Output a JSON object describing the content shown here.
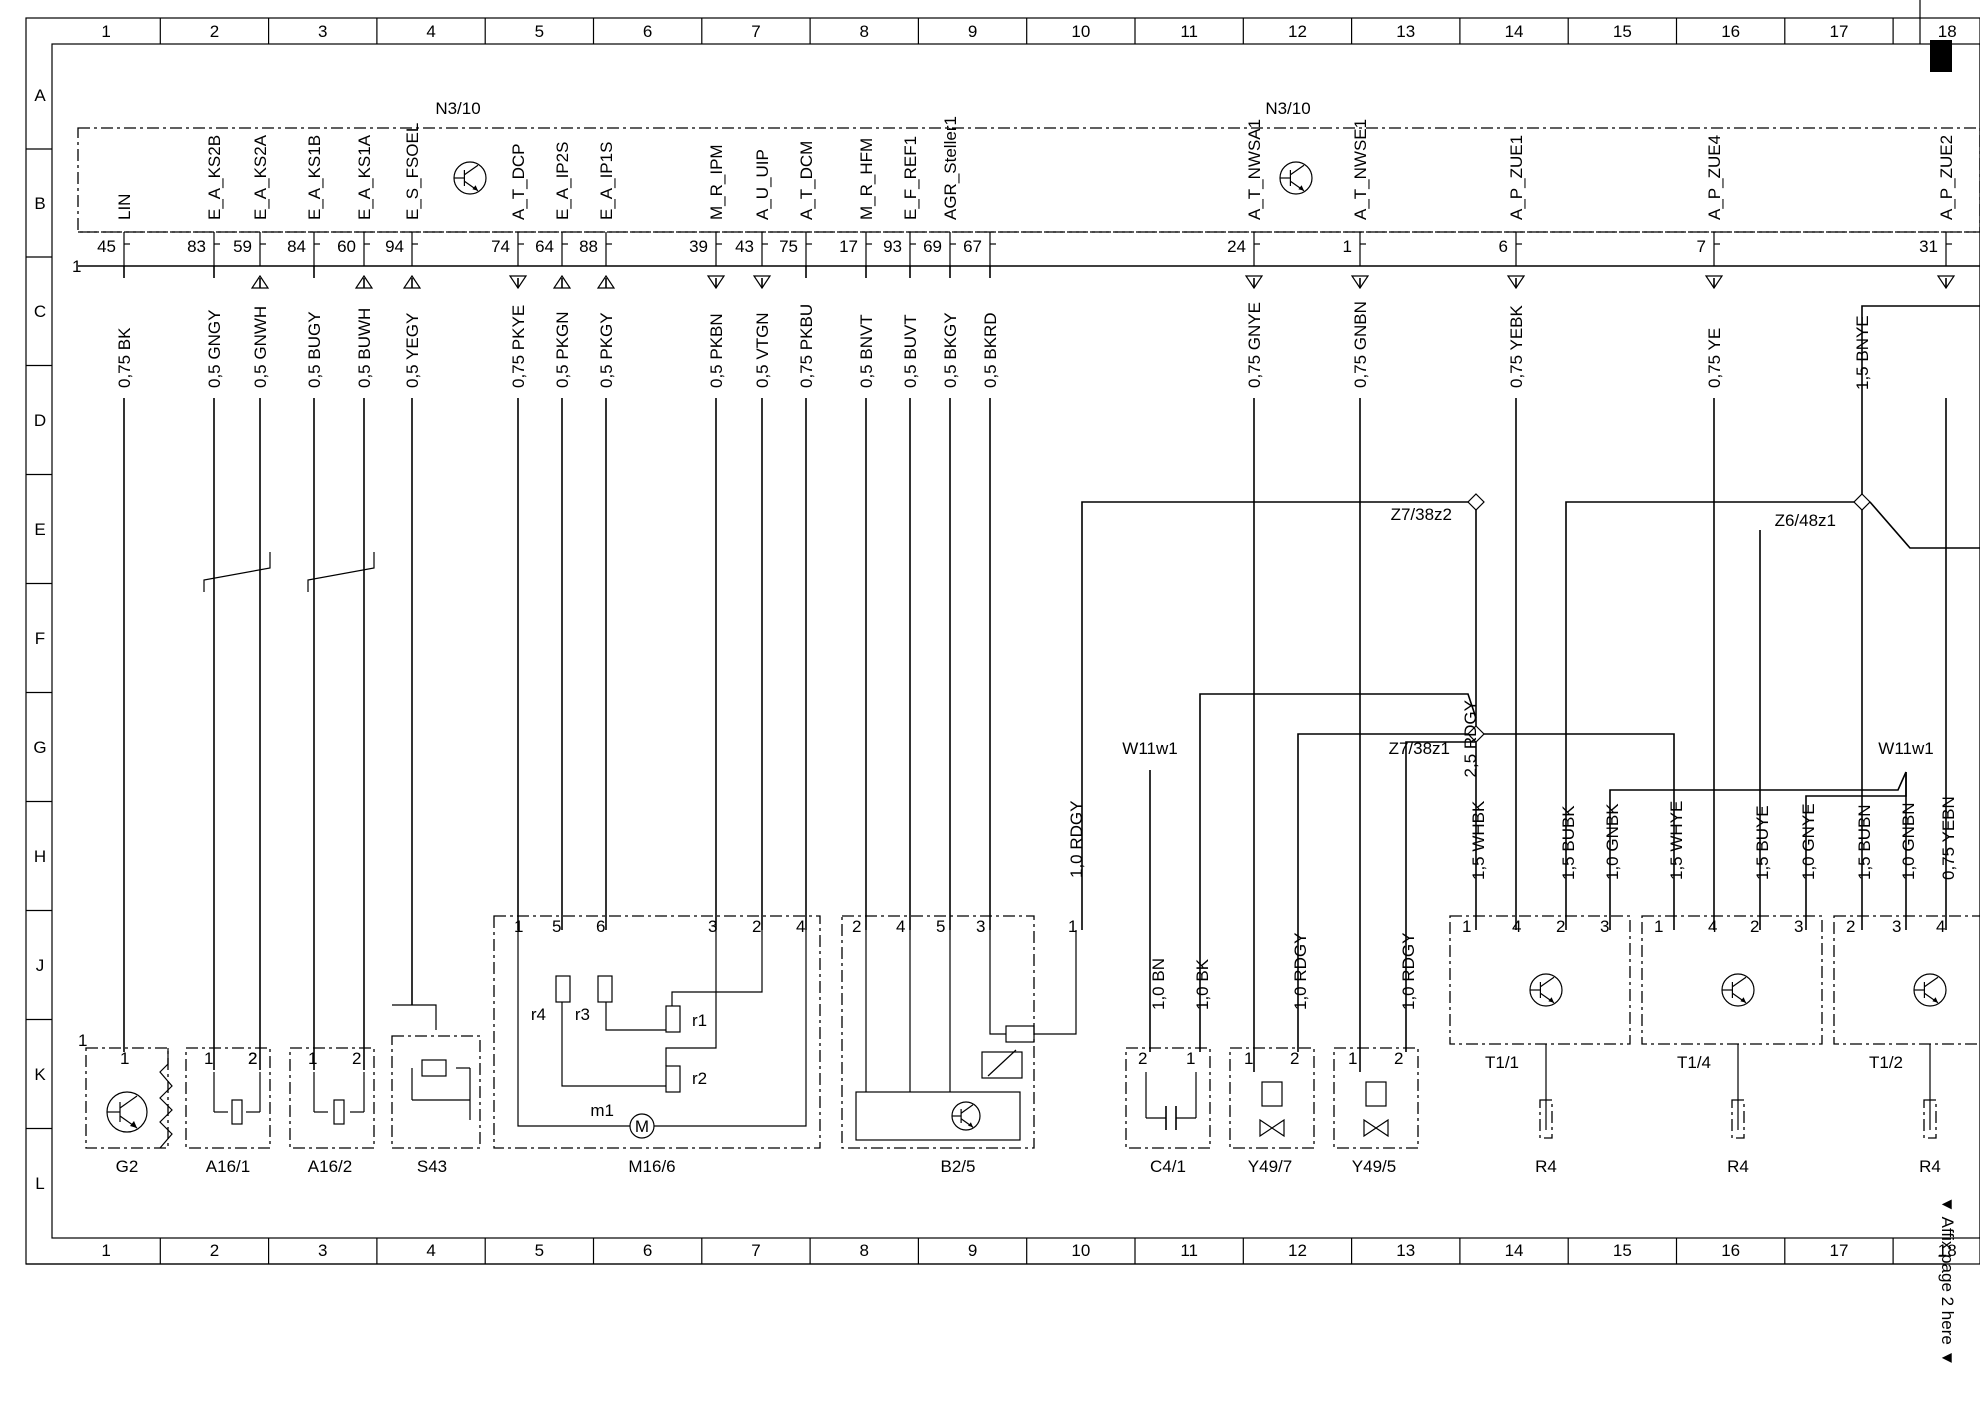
{
  "ecu": {
    "name_left": "N3/10",
    "name_right": "N3/10",
    "signals": [
      {
        "id": "lin",
        "signal": "LIN",
        "pin": "45",
        "wire": "0,75 BK",
        "arrow": "none"
      },
      {
        "id": "ks2b",
        "signal": "E_A_KS2B",
        "pin": "83",
        "wire": "0,5 GNGY",
        "arrow": "none"
      },
      {
        "id": "ks2a",
        "signal": "E_A_KS2A",
        "pin": "59",
        "wire": "0,5 GNWH",
        "arrow": "up"
      },
      {
        "id": "ks1b",
        "signal": "E_A_KS1B",
        "pin": "84",
        "wire": "0,5 BUGY",
        "arrow": "none"
      },
      {
        "id": "ks1a",
        "signal": "E_A_KS1A",
        "pin": "60",
        "wire": "0,5 BUWH",
        "arrow": "up"
      },
      {
        "id": "fsoel",
        "signal": "E_S_FSOEL",
        "pin": "94",
        "wire": "0,5 YEGY",
        "arrow": "up"
      },
      {
        "id": "tdcp",
        "signal": "A_T_DCP",
        "pin": "74",
        "wire": "0,75 PKYE",
        "arrow": "down"
      },
      {
        "id": "ip2s",
        "signal": "E_A_IP2S",
        "pin": "64",
        "wire": "0,5 PKGN",
        "arrow": "up"
      },
      {
        "id": "ip1s",
        "signal": "E_A_IP1S",
        "pin": "88",
        "wire": "0,5 PKGY",
        "arrow": "up"
      },
      {
        "id": "ipm",
        "signal": "M_R_IPM",
        "pin": "39",
        "wire": "0,5 PKBN",
        "arrow": "down"
      },
      {
        "id": "uip",
        "signal": "A_U_UIP",
        "pin": "43",
        "wire": "0,5 VTGN",
        "arrow": "down"
      },
      {
        "id": "tdcm",
        "signal": "A_T_DCM",
        "pin": "75",
        "wire": "0,75 PKBU",
        "arrow": "none"
      },
      {
        "id": "hfm",
        "signal": "M_R_HFM",
        "pin": "17",
        "wire": "0,5 BNVT",
        "arrow": "none"
      },
      {
        "id": "ref1",
        "signal": "E_F_REF1",
        "pin": "93",
        "wire": "0,5 BUVT",
        "arrow": "none"
      },
      {
        "id": "agr",
        "signal": "AGR_Steller1",
        "pin": "69",
        "wire": "0,5 BKGY",
        "arrow": "none"
      },
      {
        "id": "p67",
        "signal": "",
        "pin": "67",
        "wire": "0,5 BKRD",
        "arrow": "none"
      },
      {
        "id": "nwsa1",
        "signal": "A_T_NWSA1",
        "pin": "24",
        "wire": "0,75 GNYE",
        "arrow": "down"
      },
      {
        "id": "nwse1",
        "signal": "A_T_NWSE1",
        "pin": "1",
        "wire": "0,75 GNBN",
        "arrow": "down"
      },
      {
        "id": "zue1",
        "signal": "A_P_ZUE1",
        "pin": "6",
        "wire": "0,75 YEBK",
        "arrow": "down"
      },
      {
        "id": "zue4",
        "signal": "A_P_ZUE4",
        "pin": "7",
        "wire": "0,75 YE",
        "arrow": "down"
      },
      {
        "id": "zue2",
        "signal": "A_P_ZUE2",
        "pin": "31",
        "wire": "",
        "arrow": "down"
      }
    ]
  },
  "components": {
    "g2": "G2",
    "a16_1": "A16/1",
    "a16_2": "A16/2",
    "s43": "S43",
    "m16_6": "M16/6",
    "b2_5": "B2/5",
    "c4_1": "C4/1",
    "y49_7": "Y49/7",
    "y49_5": "Y49/5",
    "t1_1": "T1/1",
    "t1_4": "T1/4",
    "t1_2": "T1/2",
    "r4": "R4",
    "w11w1": "W11w1",
    "z7_38z2": "Z7/38z2",
    "z7_38z1": "Z7/38z1",
    "z6_48z1": "Z6/48z1"
  },
  "internal_labels": {
    "r1": "r1",
    "r2": "r2",
    "r3": "r3",
    "r4": "r4",
    "m1": "m1",
    "m": "M"
  },
  "wires": {
    "z7z2_to_b25": "1,0 RDGY",
    "z7z2_trunk": "2,5 RDGY",
    "z6_bnye": "1,5 BNYE",
    "c41_bn": "1,0 BN",
    "c41_bk": "1,0 BK",
    "y497_rdgy": "1,0 RDGY",
    "y495_rdgy": "1,0 RDGY",
    "t11_whbk": "1,5 WHBK",
    "t11_bubk": "1,5 BUBK",
    "t11_gnbk": "1,0 GNBK",
    "t14_whye": "1,5 WHYE",
    "t14_buye": "1,5 BUYE",
    "t14_gnye": "1,0 GNYE",
    "t12_bubn": "1,5 BUBN",
    "t12_gnbn": "1,0 GNBN",
    "t12_yebn": "0,75 YEBN"
  },
  "grid": {
    "columns": [
      "1",
      "2",
      "3",
      "4",
      "5",
      "6",
      "7",
      "8",
      "9",
      "10",
      "11",
      "12",
      "13",
      "14",
      "15",
      "16",
      "17",
      "18"
    ],
    "rows": [
      "A",
      "B",
      "C",
      "D",
      "E",
      "F",
      "G",
      "H",
      "J",
      "K",
      "L"
    ]
  },
  "misc": {
    "ref_one": "1",
    "affix_note": "▼ Affix page 2 here ▼"
  }
}
